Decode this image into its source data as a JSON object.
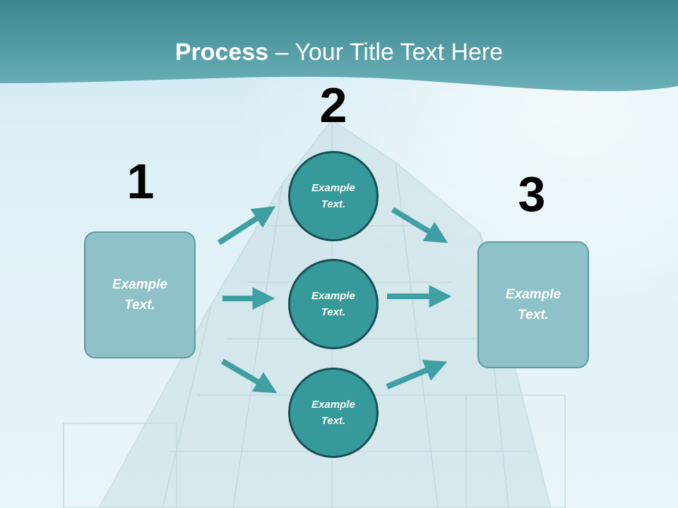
{
  "title": {
    "bold": "Process",
    "rest": " – Your Title Text Here"
  },
  "steps": [
    {
      "number": "1",
      "text": "Example\nText."
    },
    {
      "number": "2",
      "circles": [
        "Example\nText.",
        "Example\nText.",
        "Example\nText."
      ]
    },
    {
      "number": "3",
      "text": "Example\nText."
    }
  ],
  "colors": {
    "header": "#4e9ba4",
    "box_fill": "#8fc2c8",
    "circle_fill": "#36999a",
    "arrow": "#3f9fa3"
  }
}
